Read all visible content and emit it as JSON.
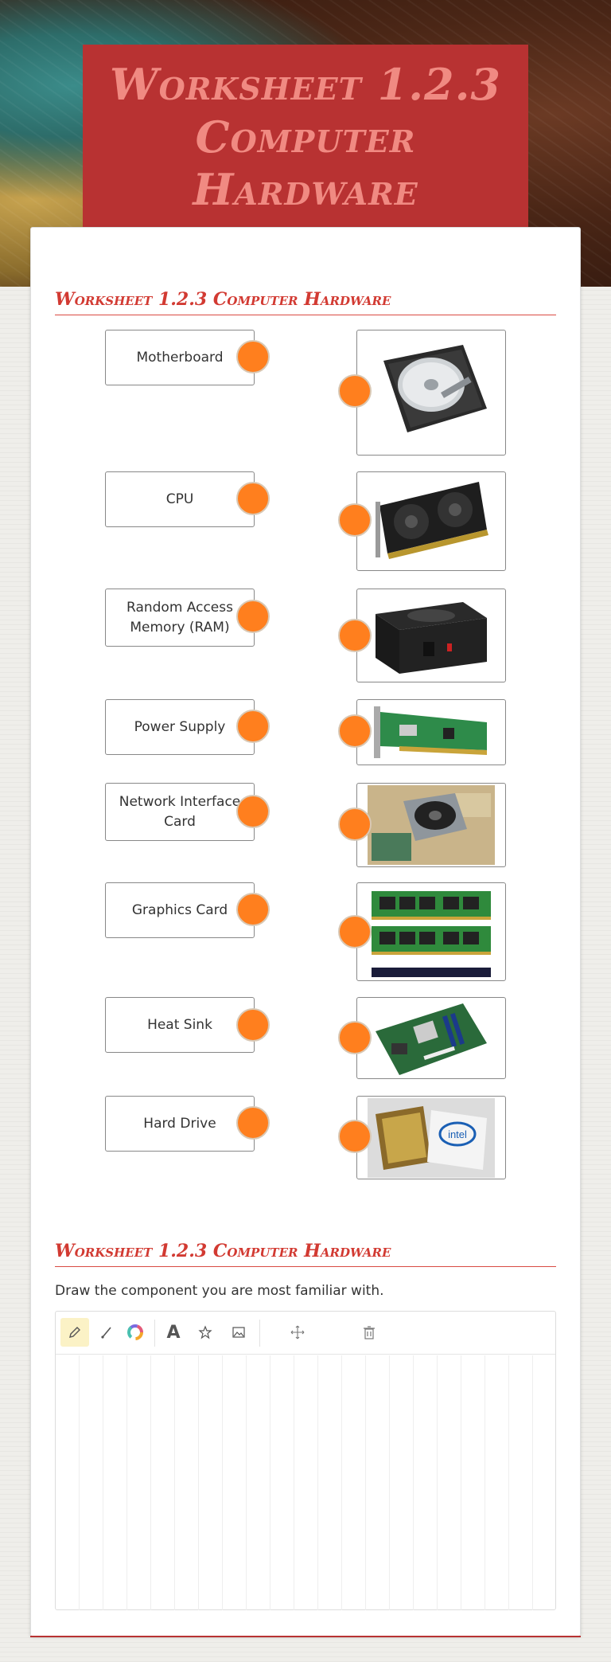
{
  "header": {
    "title": "Worksheet 1.2.3 Computer Hardware"
  },
  "matching": {
    "section_title": "Worksheet 1.2.3 Computer Hardware",
    "terms": [
      "Motherboard",
      "CPU",
      "Random Access Memory (RAM)",
      "Power Supply",
      "Network Interface Card",
      "Graphics Card",
      "Heat Sink",
      "Hard Drive"
    ],
    "images": [
      "hard-drive-image",
      "graphics-card-image",
      "power-supply-image",
      "network-card-image",
      "heat-sink-image",
      "ram-image",
      "motherboard-image",
      "cpu-image"
    ]
  },
  "drawing": {
    "section_title": "Worksheet 1.2.3 Computer Hardware",
    "instruction": "Draw the component you are most familiar with.",
    "tools": [
      "pencil-icon",
      "brush-icon",
      "color-wheel-icon",
      "text-icon",
      "star-icon",
      "image-icon",
      "move-icon",
      "trash-icon"
    ],
    "text_tool_glyph": "A"
  },
  "colors": {
    "accent_red": "#b83232",
    "title_text": "#f08a82",
    "section_red": "#d23a32",
    "connector_orange": "#ff7f1e"
  }
}
